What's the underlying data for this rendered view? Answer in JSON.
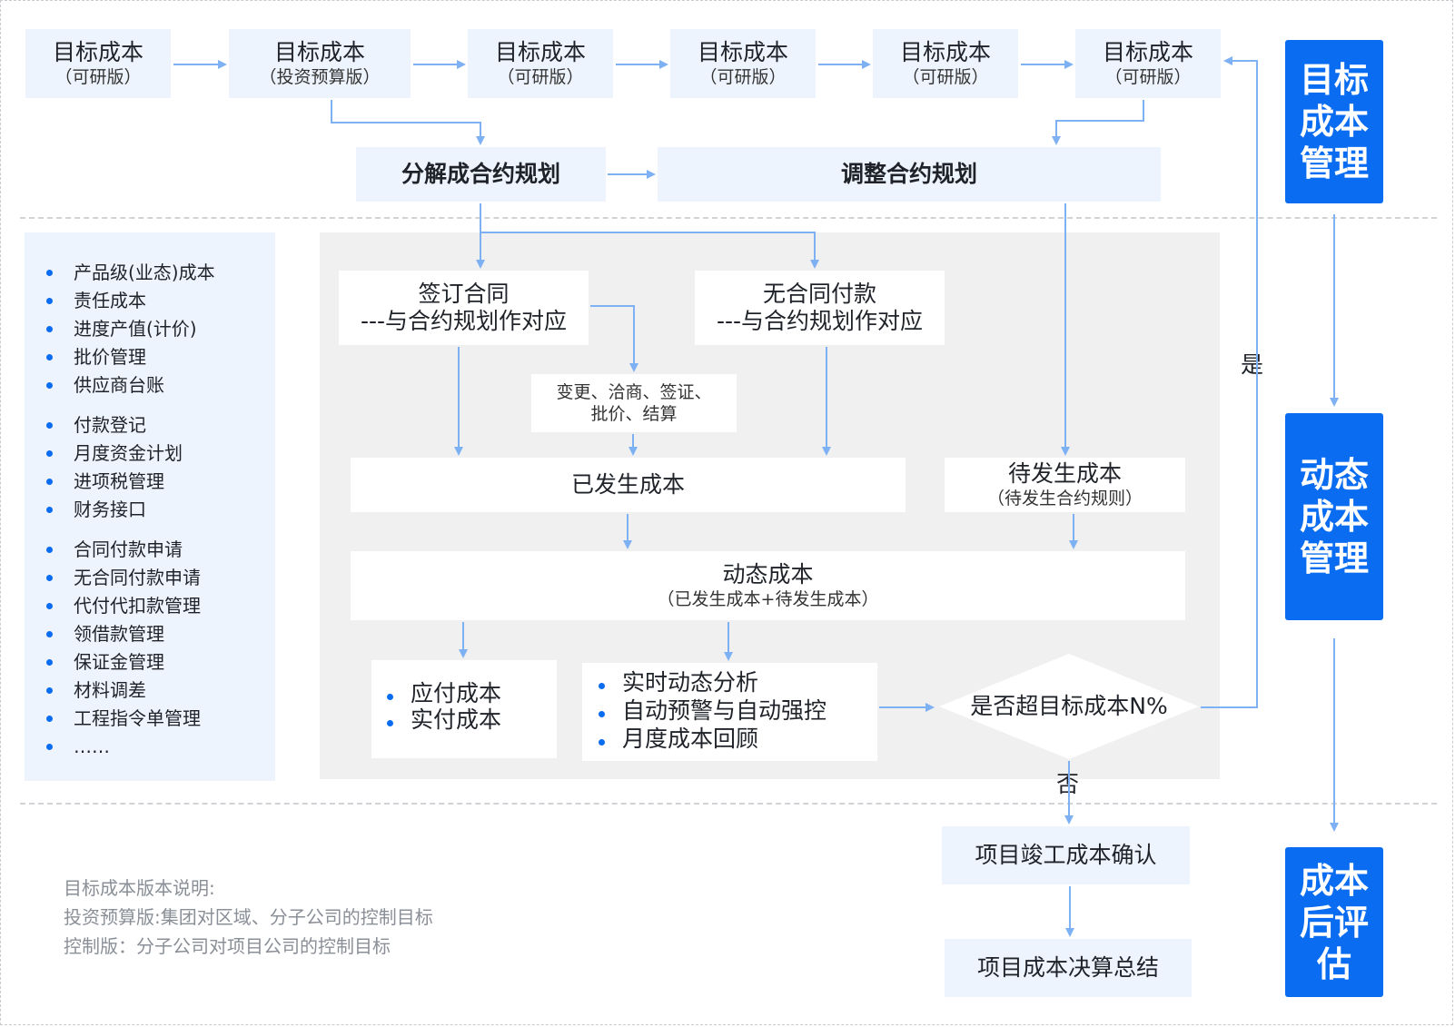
{
  "top_boxes": [
    {
      "title": "目标成本",
      "sub": "（可研版）"
    },
    {
      "title": "目标成本",
      "sub": "（投资预算版）"
    },
    {
      "title": "目标成本",
      "sub": "（可研版）"
    },
    {
      "title": "目标成本",
      "sub": "（可研版）"
    },
    {
      "title": "目标成本",
      "sub": "（可研版）"
    },
    {
      "title": "目标成本",
      "sub": "（可研版）"
    }
  ],
  "decompose": "分解成合约规划",
  "adjust": "调整合约规划",
  "sign": {
    "line1": "签订合同",
    "line2": "---与合约规划作对应"
  },
  "nocontract": {
    "line1": "无合同付款",
    "line2": "---与合约规划作对应"
  },
  "changes": {
    "line1": "变更、洽商、签证、",
    "line2": "批价、结算"
  },
  "incurred": "已发生成本",
  "pending": {
    "line1": "待发生成本",
    "line2": "（待发生合约规则）"
  },
  "dynamic": {
    "line1": "动态成本",
    "line2": "（已发生成本+待发生成本）"
  },
  "payable": [
    "应付成本",
    "实付成本"
  ],
  "analysis": [
    "实时动态分析",
    "自动预警与自动强控",
    "月度成本回顾"
  ],
  "decision": "是否超目标成本N%",
  "yes_label": "是",
  "no_label": "否",
  "completion": "项目竣工成本确认",
  "settlement": "项目成本决算总结",
  "left_list": [
    "产品级(业态)成本",
    "责任成本",
    "进度产值(计价)",
    "批价管理",
    "供应商台账",
    "付款登记",
    "月度资金计划",
    "进项税管理",
    "财务接口",
    "合同付款申请",
    "无合同付款申请",
    "代付代扣款管理",
    "领借款管理",
    "保证金管理",
    "材料调差",
    "工程指令单管理",
    "……"
  ],
  "notes": [
    "目标成本版本说明:",
    "投资预算版:集团对区域、分子公司的控制目标",
    "控制版：分子公司对项目公司的控制目标"
  ],
  "sections": [
    "目标成本管理",
    "动态成本管理",
    "成本后评估"
  ],
  "colors": {
    "accent": "#0a6cf0",
    "light_box": "#eef4fd",
    "arrow": "#7eb1f3",
    "panel_gray": "#f0f0f0"
  }
}
